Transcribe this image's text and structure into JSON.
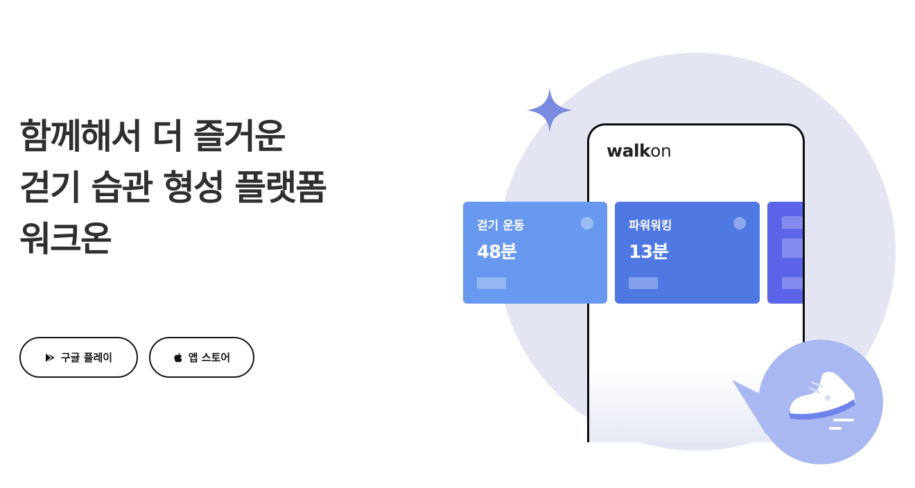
{
  "hero": {
    "title_lines": [
      "함께해서 더 즐거운",
      "걷기 습관 형성 플랫폼",
      "워크온"
    ]
  },
  "buttons": {
    "google_play": "구글 플레이",
    "app_store": "앱 스토어"
  },
  "phone": {
    "logo_walk": "walk",
    "logo_on": "on"
  },
  "cards": [
    {
      "name": "걷기 운동",
      "value": "48분",
      "color": "#6899ef"
    },
    {
      "name": "파워워킹",
      "value": "13분",
      "color": "#4f78e3"
    },
    {
      "color": "#5c64e9"
    }
  ],
  "icons": {
    "google_play": "play-triangle-icon",
    "app_store": "apple-icon",
    "sparkle": "sparkle-icon",
    "shoe": "sneaker-icon"
  },
  "colors": {
    "background_circle": "#e3e6f2",
    "sparkle": "#7b8be0",
    "bubble": "#aab8f2",
    "shoe_sole": "#6d84ea"
  }
}
